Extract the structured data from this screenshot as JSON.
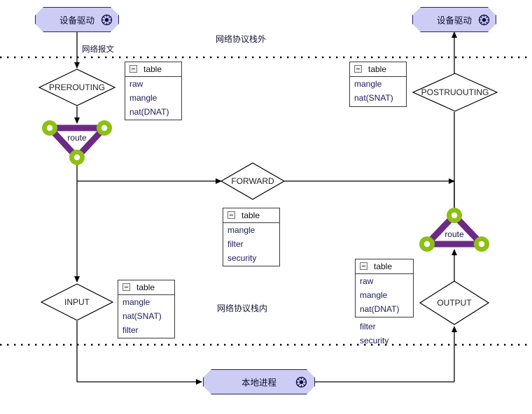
{
  "diagram": {
    "title": "netfilter-packet-flow",
    "colors": {
      "node_fill": "#ccccf4",
      "node_border": "#24246b",
      "route_green": "#8cc014",
      "route_purple": "#6d2a85",
      "edge": "#000000",
      "table_text": "#1b1b5a",
      "boundary": "#000000"
    },
    "zones": [
      {
        "name": "outside-stack",
        "label": "网络协议栈外"
      },
      {
        "name": "inside-stack",
        "label": "网络协议栈内"
      }
    ],
    "edge_labels": [
      {
        "name": "packet-in",
        "label": "网络报文"
      }
    ],
    "endpoints": [
      {
        "id": "driver-in",
        "label": "设备驱动",
        "icon": "wheel-icon"
      },
      {
        "id": "driver-out",
        "label": "设备驱动",
        "icon": "wheel-icon"
      },
      {
        "id": "local-process",
        "label": "本地进程",
        "icon": "wheel-icon"
      }
    ],
    "chains": [
      {
        "id": "prerouting",
        "label": "PREROUTING"
      },
      {
        "id": "forward",
        "label": "FORWARD"
      },
      {
        "id": "input",
        "label": "INPUT"
      },
      {
        "id": "output",
        "label": "OUTPUT"
      },
      {
        "id": "postrouting",
        "label": "POSTRUOUTING"
      }
    ],
    "route_nodes": [
      {
        "id": "route-left",
        "label": "route"
      },
      {
        "id": "route-right",
        "label": "route"
      }
    ],
    "tables": [
      {
        "id": "table-prerouting",
        "header": "table",
        "rows": [
          "raw",
          "mangle",
          "nat(DNAT)"
        ],
        "overflow_rows": []
      },
      {
        "id": "table-postrouting",
        "header": "table",
        "rows": [
          "mangle",
          "nat(SNAT)"
        ],
        "overflow_rows": []
      },
      {
        "id": "table-forward",
        "header": "table",
        "rows": [
          "mangle",
          "filter",
          "security"
        ],
        "overflow_rows": []
      },
      {
        "id": "table-input",
        "header": "table",
        "rows": [
          "mangle",
          "nat(SNAT)",
          "filter"
        ],
        "overflow_rows": []
      },
      {
        "id": "table-output",
        "header": "table",
        "rows": [
          "raw",
          "mangle",
          "nat(DNAT)"
        ],
        "overflow_rows": [
          "filter",
          "security"
        ]
      }
    ]
  }
}
